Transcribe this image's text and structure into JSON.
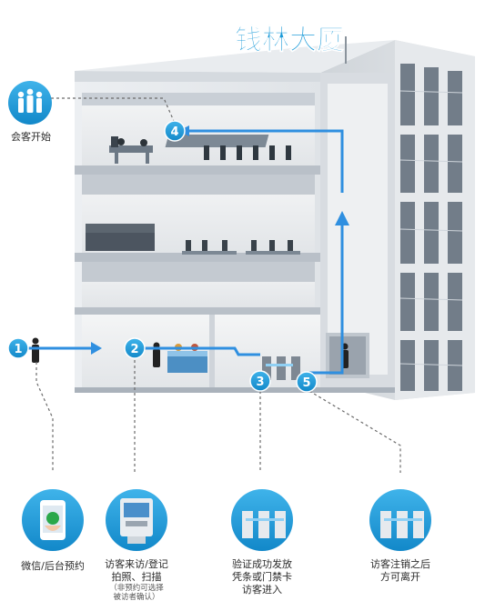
{
  "building": {
    "name": "钱林大厦",
    "name_color": "#1a9ad8"
  },
  "colors": {
    "accent": "#1a9ad8",
    "flow": "#2f8fe0",
    "wall": "#d9dde2",
    "floor": "#c7ccd2"
  },
  "top_left": {
    "label": "会客开始",
    "icon": "people-group-icon"
  },
  "steps": [
    {
      "number": "1"
    },
    {
      "number": "2"
    },
    {
      "number": "3"
    },
    {
      "number": "4"
    },
    {
      "number": "5"
    }
  ],
  "bottom": [
    {
      "icon": "phone-booking-icon",
      "lines": [
        "微信/后台预约"
      ]
    },
    {
      "icon": "kiosk-register-icon",
      "lines": [
        "访客来访/登记",
        "拍照、扫描"
      ],
      "notes": [
        "（非预约可选择",
        "被访者确认）"
      ]
    },
    {
      "icon": "turnstile-gate-icon",
      "lines": [
        "验证成功发放",
        "凭条或门禁卡",
        "访客进入"
      ]
    },
    {
      "icon": "turnstile-exit-icon",
      "lines": [
        "访客注销之后",
        "方可离开"
      ]
    }
  ]
}
